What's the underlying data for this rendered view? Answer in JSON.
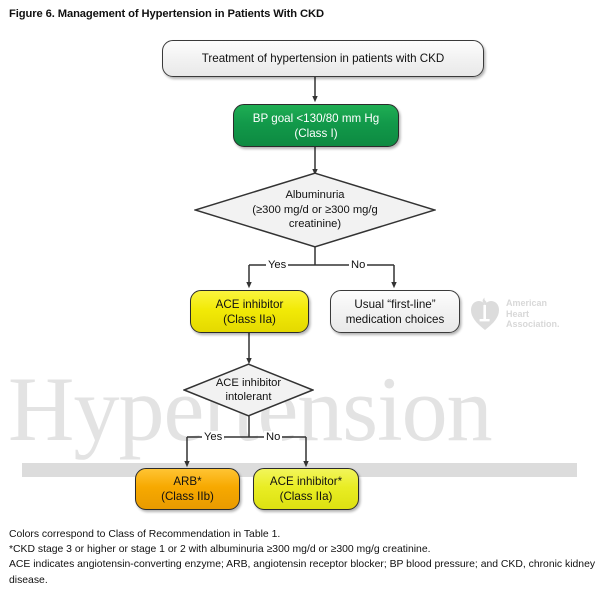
{
  "figure": {
    "title": "Figure 6. Management of Hypertension in Patients With CKD"
  },
  "watermark": {
    "text": "Hypertension",
    "logo_line1": "American",
    "logo_line2": "Heart",
    "logo_line3": "Association.",
    "logo_icon": "aha-heart-torch-icon",
    "color": "#e3e3e3"
  },
  "flowchart": {
    "type": "clinical-decision-flowchart",
    "nodes": [
      {
        "id": "start",
        "shape": "rounded-rectangle",
        "fill": "#f1f1f1",
        "line1": "Treatment of hypertension in patients with CKD",
        "line2": ""
      },
      {
        "id": "bp-goal",
        "shape": "rounded-rectangle",
        "fill": "#12994a",
        "class_color": "green",
        "line1": "BP goal <130/80 mm Hg",
        "line2": "(Class I)"
      },
      {
        "id": "albuminuria",
        "shape": "diamond",
        "fill": "#f1f1f1",
        "line1": "Albuminuria",
        "line2": "(≥300 mg/d or ≥300 mg/g",
        "line3": "creatinine)"
      },
      {
        "id": "ace-inhibitor",
        "shape": "rounded-rectangle",
        "fill": "#f2ea07",
        "class_color": "yellow",
        "line1": "ACE inhibitor",
        "line2": "(Class IIa)"
      },
      {
        "id": "usual-first-line",
        "shape": "rounded-rectangle",
        "fill": "#f1f1f1",
        "line1": "Usual “first-line”",
        "line2": "medication choices"
      },
      {
        "id": "ace-intolerant",
        "shape": "diamond",
        "fill": "#f1f1f1",
        "line1": "ACE inhibitor",
        "line2": "intolerant"
      },
      {
        "id": "arb",
        "shape": "rounded-rectangle",
        "fill": "#f7a900",
        "class_color": "orange",
        "line1": "ARB*",
        "line2": "(Class IIb)"
      },
      {
        "id": "ace-inhibitor-star",
        "shape": "rounded-rectangle",
        "fill": "#e9ed24",
        "class_color": "yellow-green",
        "line1": "ACE inhibitor*",
        "line2": "(Class IIa)"
      }
    ],
    "branch_labels": {
      "albuminuria_yes": "Yes",
      "albuminuria_no": "No",
      "intolerant_yes": "Yes",
      "intolerant_no": "No"
    }
  },
  "footnotes": {
    "line1": "Colors correspond to Class of Recommendation in Table 1.",
    "line2": "*CKD stage 3 or higher or stage 1 or 2 with albuminuria ≥300 mg/d or ≥300 mg/g creatinine.",
    "line3": "ACE indicates angiotensin-converting enzyme; ARB, angiotensin receptor blocker; BP blood pressure; and CKD, chronic kidney disease."
  }
}
